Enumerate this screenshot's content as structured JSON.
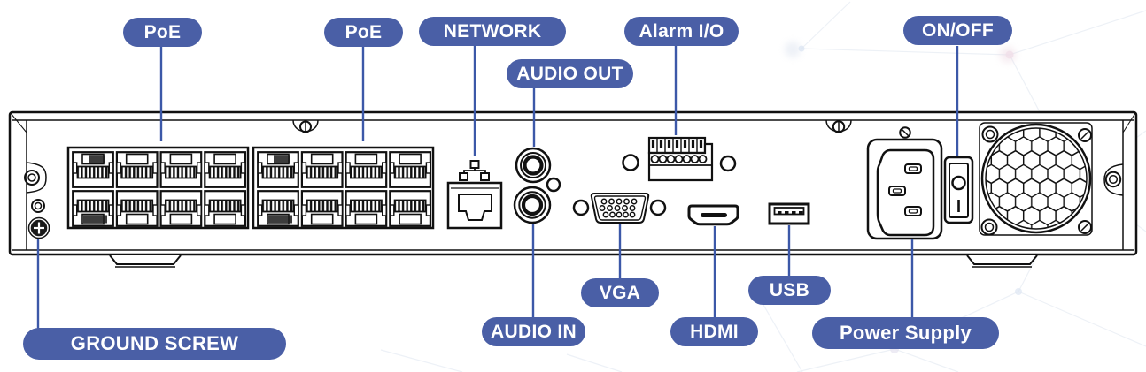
{
  "colors": {
    "label_background": "#4a5fa6",
    "label_text": "#ffffff",
    "connector_line": "#3c58a8",
    "line_art": "#111111",
    "background": "#ffffff"
  },
  "labels": {
    "poe1": "PoE",
    "poe2": "PoE",
    "network": "NETWORK",
    "audio_out": "AUDIO OUT",
    "alarm_io": "Alarm I/O",
    "on_off": "ON/OFF",
    "ground_screw": "GROUND SCREW",
    "audio_in": "AUDIO IN",
    "vga": "VGA",
    "hdmi": "HDMI",
    "usb": "USB",
    "power_supply": "Power Supply"
  },
  "icons": {
    "network": "network-nodes-icon",
    "ground": "ground-screw-symbol",
    "power_switch": "on-off-rocker (O / I)"
  }
}
